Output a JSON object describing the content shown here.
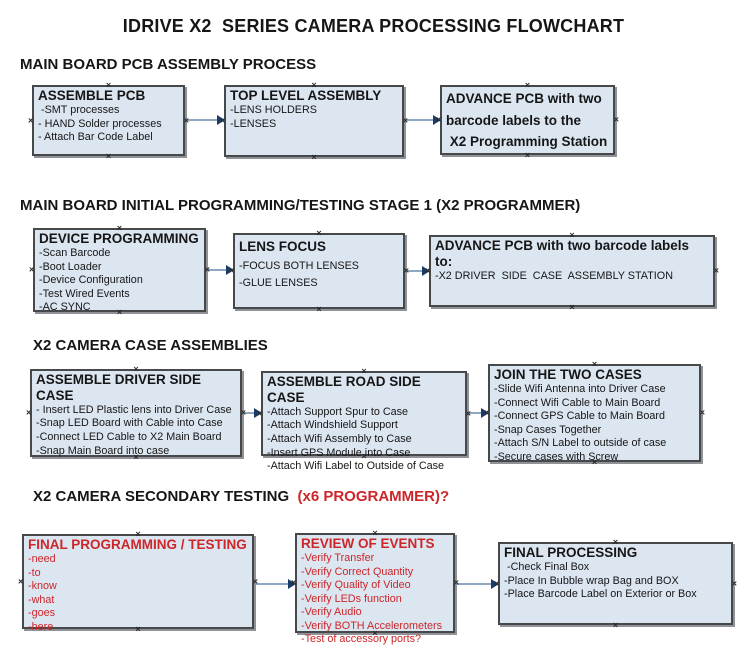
{
  "page": {
    "title": "IDRIVE X2  SERIES CAMERA PROCESSING FLOWCHART"
  },
  "colors": {
    "box-fill": "#dce6f1",
    "box-border": "#47484a",
    "red": "#cc2629",
    "arrow-line": "#8ea8c4",
    "arrow-head": "#1b3a66"
  },
  "icons": {
    "connection_marker": "×"
  },
  "sections": [
    {
      "heading": "MAIN BOARD PCB ASSEMBLY PROCESS",
      "heading_red": ""
    },
    {
      "heading": "MAIN BOARD INITIAL PROGRAMMING/TESTING STAGE 1 (X2 PROGRAMMER)",
      "heading_red": ""
    },
    {
      "heading": "X2 CAMERA CASE ASSEMBLIES",
      "heading_red": ""
    },
    {
      "heading": "X2 CAMERA SECONDARY TESTING  ",
      "heading_red": "(x6 PROGRAMMER)?"
    }
  ],
  "boxes": {
    "a1": {
      "title": "ASSEMBLE PCB",
      "items": [
        " -SMT processes",
        "- HAND Solder processes",
        "- Attach Bar Code Label"
      ]
    },
    "a2": {
      "title": "TOP LEVEL ASSEMBLY",
      "items": [
        "-LENS HOLDERS",
        "-LENSES"
      ]
    },
    "a3": {
      "title": "ADVANCE PCB with two",
      "items": [
        "barcode labels to the",
        " X2 Programming Station"
      ]
    },
    "b1": {
      "title": "DEVICE PROGRAMMING",
      "items": [
        "-Scan Barcode",
        "-Boot Loader",
        "-Device Configuration",
        "-Test Wired Events",
        "-AC SYNC"
      ]
    },
    "b2": {
      "title": "LENS FOCUS",
      "items": [
        "-FOCUS BOTH LENSES",
        "-GLUE LENSES"
      ]
    },
    "b3": {
      "title": "ADVANCE PCB with two barcode labels to:",
      "items": [
        "-X2 DRIVER  SIDE  CASE  ASSEMBLY STATION"
      ]
    },
    "c1": {
      "title": "ASSEMBLE DRIVER SIDE CASE",
      "items": [
        "- Insert LED Plastic lens into Driver Case",
        "-Snap LED Board with Cable into Case",
        "-Connect LED Cable to X2 Main Board",
        "-Snap Main Board into case"
      ]
    },
    "c2": {
      "title": "ASSEMBLE ROAD SIDE CASE",
      "items": [
        "-Attach Support Spur to Case",
        "-Attach Windshield Support",
        "-Attach Wifi Assembly to Case",
        "-Insert GPS Module into Case",
        "-Attach Wifi Label to Outside of Case"
      ]
    },
    "c3": {
      "title": "JOIN THE TWO CASES",
      "items": [
        "-Slide Wifi Antenna into Driver Case",
        "-Connect Wifi Cable to Main Board",
        "-Connect GPS Cable to Main Board",
        "-Snap Cases Together",
        "-Attach S/N Label to outside of case",
        "-Secure cases with Screw"
      ]
    },
    "d1": {
      "title": "FINAL PROGRAMMING / TESTING",
      "items": [
        "-need",
        "-to",
        "-know",
        "-what",
        "-goes",
        "-here"
      ]
    },
    "d2": {
      "title": "REVIEW OF EVENTS",
      "items": [
        "-Verify Transfer",
        "-Verify Correct Quantity",
        "-Verify Quality of Video",
        "-Verify LEDs function",
        "-Verify Audio",
        "-Verify BOTH Accelerometers",
        "-Test of accessory ports?"
      ]
    },
    "d3": {
      "title": "FINAL PROCESSING",
      "items": [
        " -Check Final Box",
        "-Place In Bubble wrap Bag and BOX",
        "-Place Barcode Label on Exterior or Box"
      ]
    }
  }
}
